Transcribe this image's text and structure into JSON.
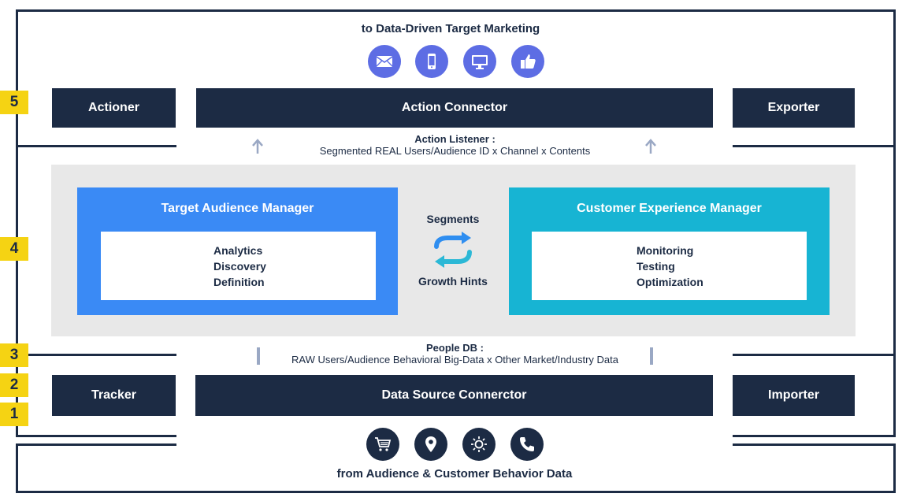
{
  "top": {
    "title": "to Data-Driven Target Marketing",
    "icons": [
      "mail-icon",
      "smartphone-icon",
      "monitor-icon",
      "thumbs-up-icon"
    ]
  },
  "bottom": {
    "title": "from Audience & Customer Behavior Data",
    "icons": [
      "shopping-cart-icon",
      "location-pin-icon",
      "sun-icon",
      "phone-icon"
    ]
  },
  "badges": [
    "5",
    "4",
    "3",
    "2",
    "1"
  ],
  "layer5": {
    "left": "Actioner",
    "center": "Action Connector",
    "right": "Exporter"
  },
  "action_listener": {
    "title": "Action Listener :",
    "subtitle": "Segmented REAL Users/Audience ID x Channel x Contents"
  },
  "tam": {
    "title": "Target Audience Manager",
    "items": [
      "Analytics",
      "Discovery",
      "Definition"
    ]
  },
  "cxm": {
    "title": "Customer Experience Manager",
    "items": [
      "Monitoring",
      "Testing",
      "Optimization"
    ]
  },
  "middle": {
    "top": "Segments",
    "bottom": "Growth Hints"
  },
  "people_db": {
    "title": "People DB :",
    "subtitle": "RAW Users/Audience Behavioral Big-Data x Other Market/Industry Data"
  },
  "layer2": {
    "left": "Tracker",
    "center": "Data Source Connerctor",
    "right": "Importer"
  },
  "colors": {
    "navy": "#1c2b44",
    "yellow": "#f5d313",
    "tam_blue": "#3a8af5",
    "cxm_cyan": "#17b4d3",
    "icon_purple": "#5d6de4",
    "gray_panel": "#e8e8e8"
  }
}
